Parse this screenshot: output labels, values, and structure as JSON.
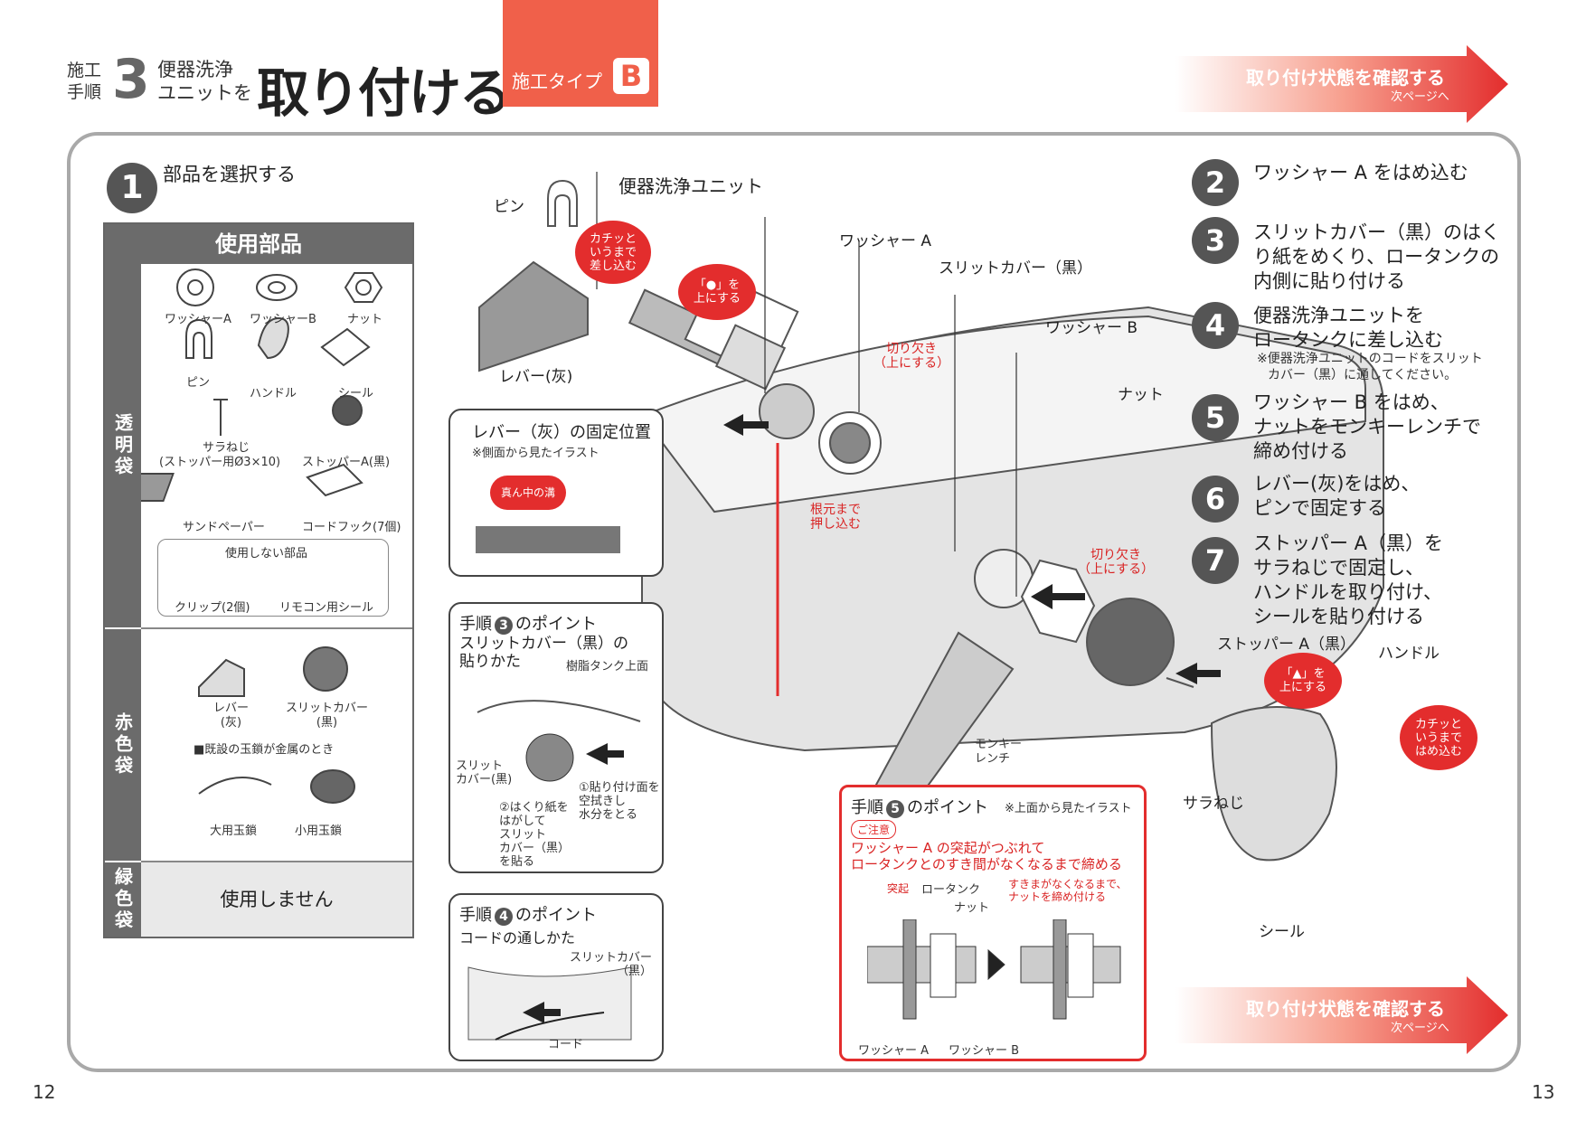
{
  "header": {
    "sekou_tejun": [
      "施工",
      "手順"
    ],
    "step_number": "3",
    "subtitle_lines": [
      "便器洗浄",
      "ユニットを"
    ],
    "title": "取り付ける",
    "type_label": "施工タイプ",
    "type_letter": "B"
  },
  "nav_banner_top": {
    "label": "取り付け状態を確認する",
    "sub": "次ページへ"
  },
  "nav_banner_bottom": {
    "label": "取り付け状態を確認する",
    "sub": "次ページへ"
  },
  "page_numbers": {
    "left": "12",
    "right": "13"
  },
  "step1": {
    "number": "1",
    "title": "部品を選択する",
    "table_header": "使用部品",
    "bag_clear": {
      "label": "透明袋",
      "parts": [
        "ワッシャーA",
        "ワッシャーB",
        "ナット",
        "ピン",
        "ハンドル",
        "シール",
        "サラねじ",
        "(ストッパー用Ø3×10)",
        "ストッパーA(黒)",
        "サンドペーパー",
        "コードフック(7個)"
      ],
      "unused_title": "使用しない部品",
      "unused_parts": [
        "クリップ(2個)",
        "リモコン用シール"
      ]
    },
    "bag_red": {
      "label": "赤色袋",
      "parts": [
        "レバー",
        "(灰)",
        "スリットカバー",
        "(黒)"
      ],
      "metal_note": "■既設の玉鎖が金属のとき",
      "chains": [
        "大用玉鎖",
        "小用玉鎖"
      ]
    },
    "bag_green": {
      "label": "緑色袋",
      "text": "使用しません"
    }
  },
  "steps": [
    {
      "number": "2",
      "lines": [
        "ワッシャー A をはめ込む"
      ]
    },
    {
      "number": "3",
      "lines": [
        "スリットカバー（黒）のはく",
        "り紙をめくり、ロータンクの",
        "内側に貼り付ける"
      ]
    },
    {
      "number": "4",
      "lines": [
        "便器洗浄ユニットを",
        "ロータンクに差し込む"
      ],
      "notes": [
        "※便器洗浄ユニットのコードをスリット",
        "カバー（黒）に通してください。"
      ]
    },
    {
      "number": "5",
      "lines": [
        "ワッシャー B をはめ、",
        "ナットをモンキーレンチで",
        "締め付ける"
      ]
    },
    {
      "number": "6",
      "lines": [
        "レバー(灰)をはめ、",
        "ピンで固定する"
      ]
    },
    {
      "number": "7",
      "lines": [
        "ストッパー A（黒）を",
        "サラねじで固定し、",
        "ハンドルを取り付け、",
        "シールを貼り付ける"
      ]
    }
  ],
  "diagram_labels": {
    "pin": "ピン",
    "unit": "便器洗浄ユニット",
    "washer_a": "ワッシャー A",
    "slit_cover": "スリットカバー（黒）",
    "washer_b": "ワッシャー B",
    "nut": "ナット",
    "lever": "レバー(灰)",
    "stopper": "ストッパー A（黒）",
    "handle": "ハンドル",
    "screw": "サラねじ",
    "seal": "シール",
    "monkey": [
      "モンキー",
      "レンチ"
    ],
    "notch1": [
      "切り欠き",
      "（上にする）"
    ],
    "notch2": [
      "切り欠き",
      "（上にする）"
    ],
    "push": [
      "根元まで",
      "押し込む"
    ]
  },
  "bubbles": {
    "pin_click": [
      "カチッと",
      "いうまで",
      "差し込む"
    ],
    "dot_up": [
      "「●」を",
      "上にする"
    ],
    "tri_up": [
      "「▲」を",
      "上にする"
    ],
    "handle_click": [
      "カチッと",
      "いうまで",
      "はめ込む"
    ],
    "center_groove": "真ん中の溝"
  },
  "lever_panel": {
    "title": "レバー（灰）の固定位置",
    "note": "※側面から見たイラスト"
  },
  "point3": {
    "title_pre": "手順",
    "num": "3",
    "title_post": "のポイント",
    "sub": [
      "スリットカバー（黒）の",
      "貼りかた"
    ],
    "tank_top": "樹脂タンク上面",
    "slit": [
      "スリット",
      "カバー(黒)"
    ],
    "step1": [
      "①貼り付け面を",
      "空拭きし",
      "水分をとる"
    ],
    "step2": [
      "②はくり紙を",
      "はがして",
      "スリット",
      "カバー（黒）",
      "を貼る"
    ]
  },
  "point4": {
    "title_pre": "手順",
    "num": "4",
    "title_post": "のポイント",
    "sub": "コードの通しかた",
    "slit": [
      "スリットカバー",
      "（黒）"
    ],
    "cord": "コード"
  },
  "point5": {
    "title_pre": "手順",
    "num": "5",
    "title_post": "のポイント",
    "view_note": "※上面から見たイラスト",
    "caution": "ご注意",
    "warn": [
      "ワッシャー A の突起がつぶれて",
      "ロータンクとのすき間がなくなるまで締める"
    ],
    "protrusion": "突起",
    "low_tank": "ロータンク",
    "nut": "ナット",
    "gap_note": [
      "すきまがなくなるまで、",
      "ナットを締め付ける"
    ],
    "washer_a": "ワッシャー A",
    "washer_b": "ワッシャー B"
  },
  "colors": {
    "accent_red": "#e32d2d",
    "type_orange": "#f0604a",
    "frame_gray": "#a9a9a9",
    "dark_gray": "#555555"
  }
}
